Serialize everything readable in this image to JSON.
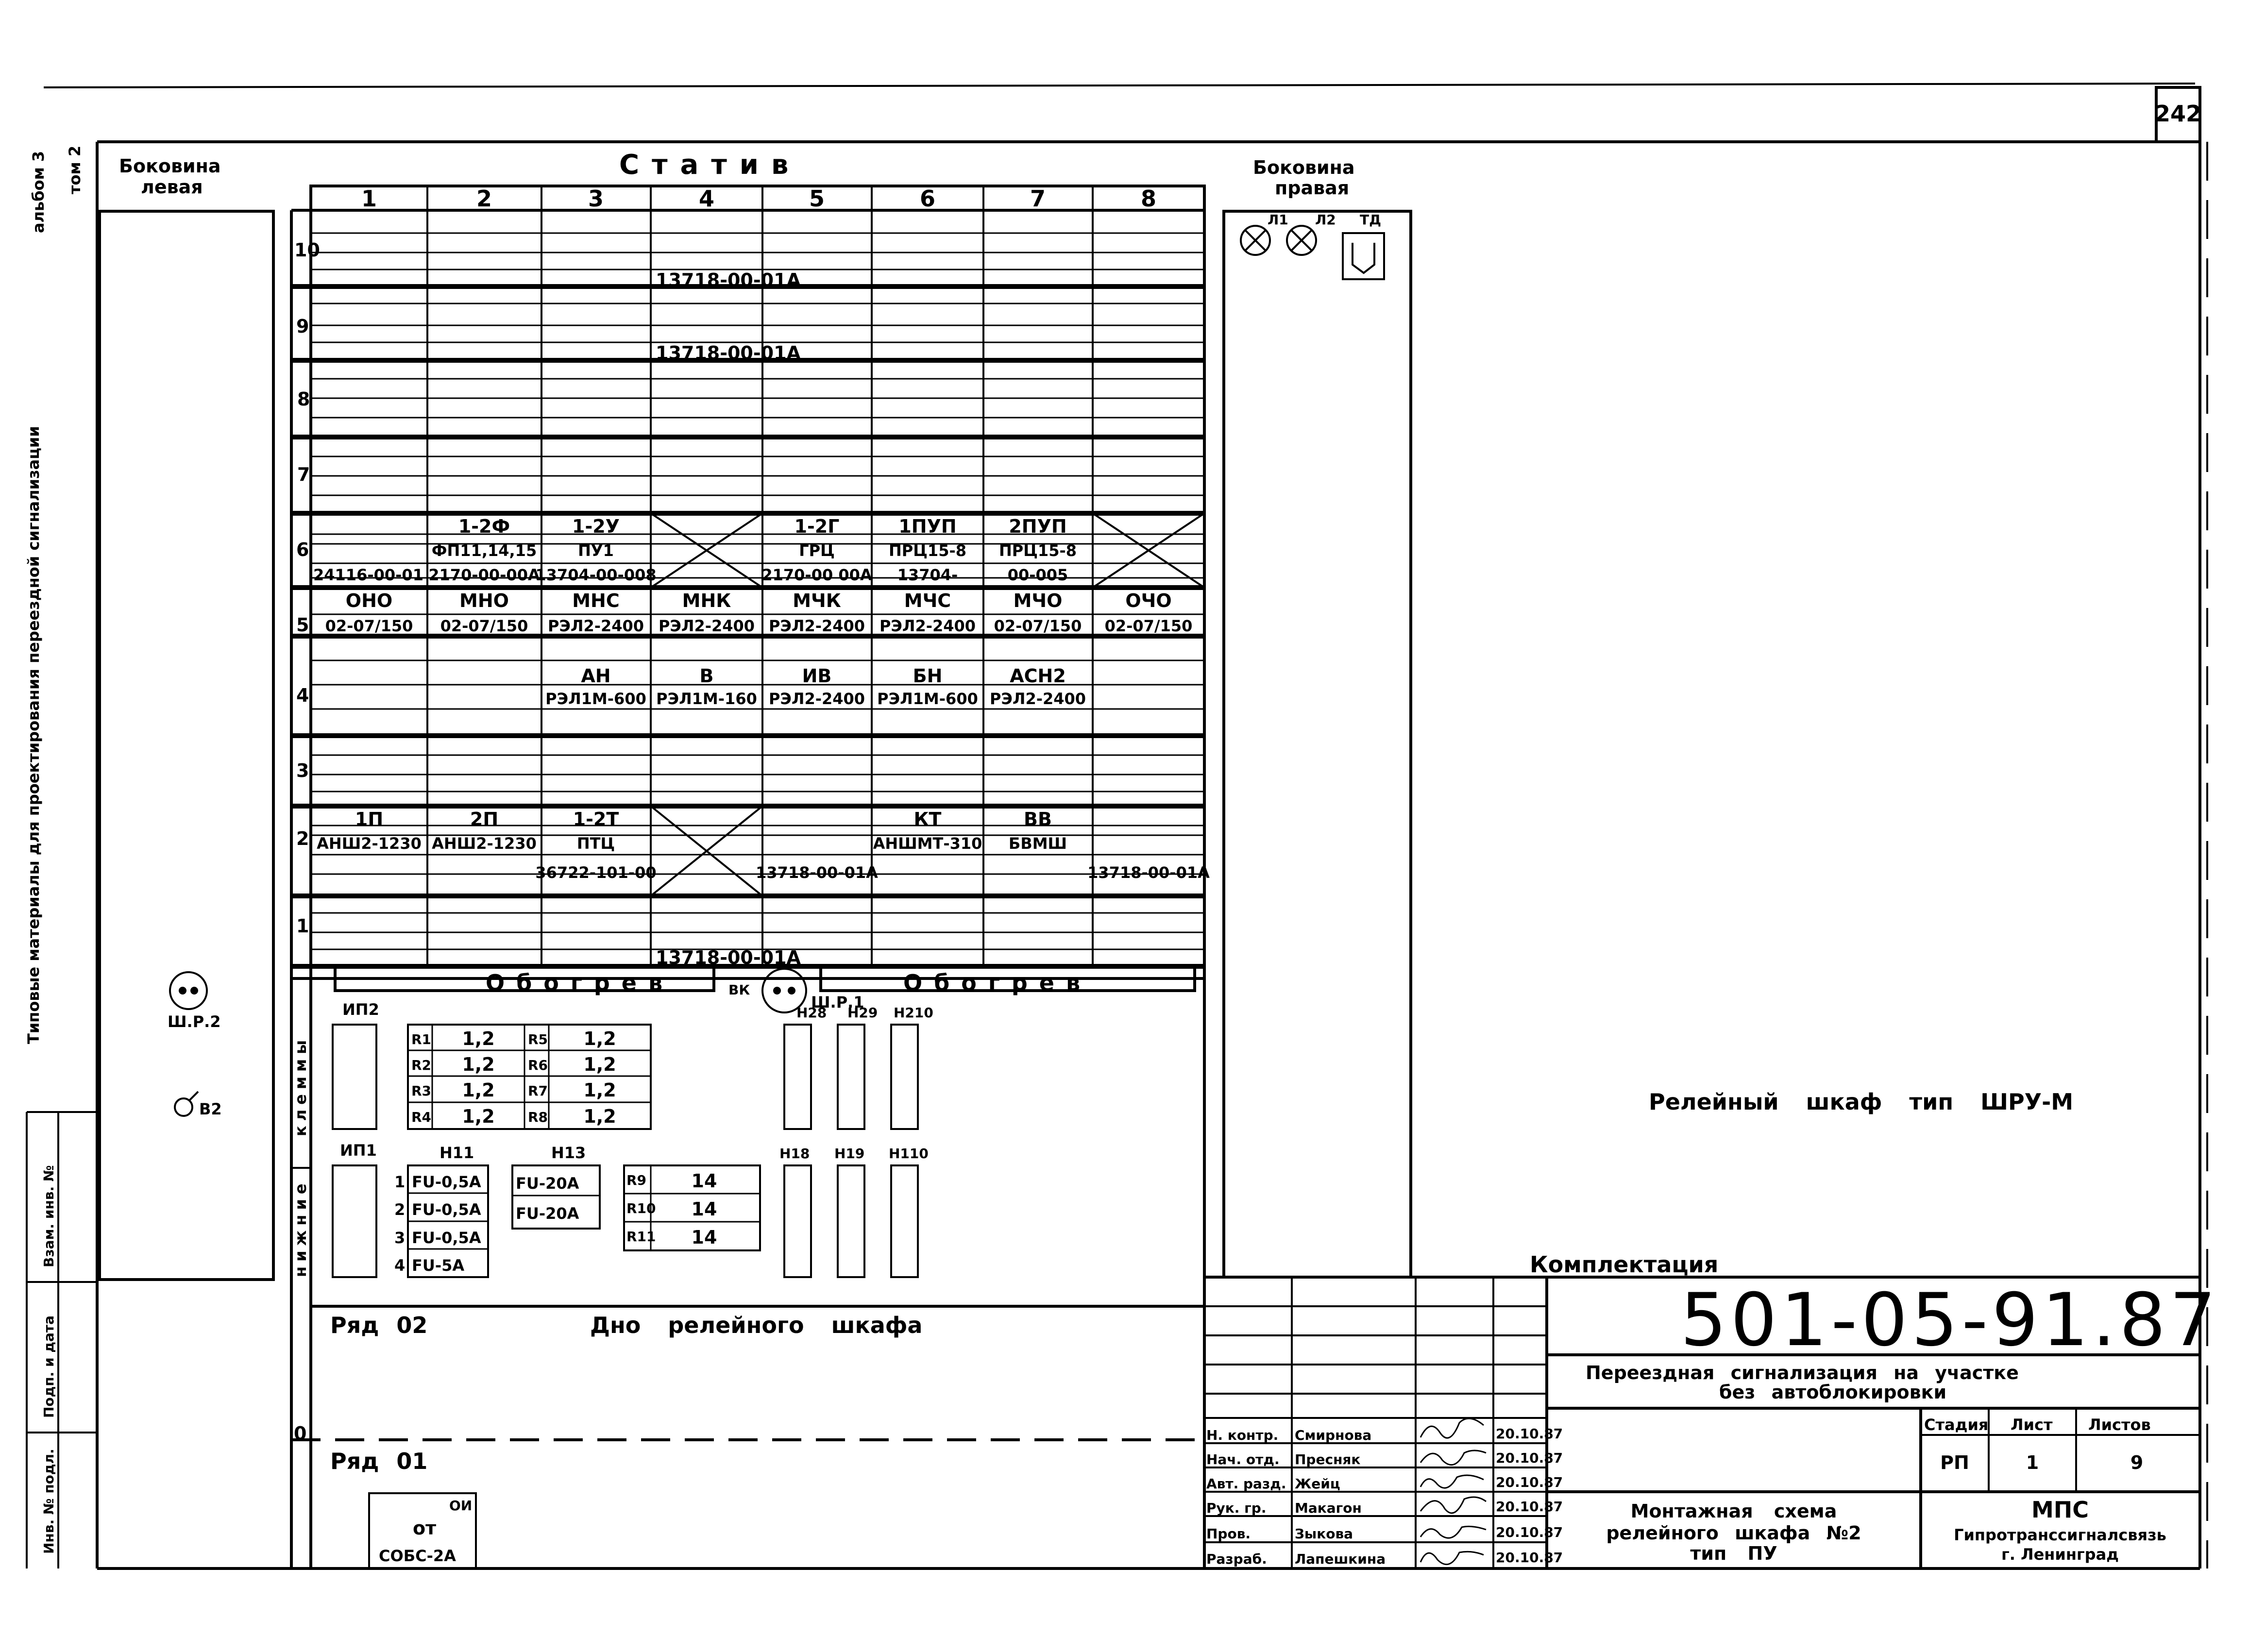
{
  "sheet": {
    "page_number": "242",
    "designation": "501-05-91.87",
    "project_title_line1": "Переездная сигнализация на участке",
    "project_title_line2": "без автоблокировки",
    "sheet_title_line1": "Монтажная схема",
    "sheet_title_line2": "релейного шкафа №2",
    "sheet_title_line3": "тип ПУ",
    "organization_line1": "МПС",
    "organization_line2": "Гипротранссигналсвязь",
    "organization_line3": "г. Ленинград",
    "stage_header": "Стадия",
    "sheet_header": "Лист",
    "sheets_header": "Листов",
    "stage": "РП",
    "sheet_no": "1",
    "sheets_total": "9",
    "komplektaciya": "Комплектация",
    "cabinet_caption": "Релейный шкаф тип ШРУ-М"
  },
  "margin_notes": {
    "album": "альбом 3",
    "tom": "том 2",
    "vertical_text": "Типовые материалы для проектирования переездной сигнализации",
    "stamp_cells": [
      "Взам. инв. №",
      "Подп. и дата",
      "Инв. № подл."
    ]
  },
  "signatures": [
    {
      "role": "Н. контр.",
      "name": "Смирнова",
      "date": "20.10.87"
    },
    {
      "role": "Нач. отд.",
      "name": "Пресняк",
      "date": "20.10.87"
    },
    {
      "role": "Авт. разд.",
      "name": "Жейц",
      "date": "20.10.87"
    },
    {
      "role": "Рук. гр.",
      "name": "Макагон",
      "date": "20.10.87"
    },
    {
      "role": "Пров.",
      "name": "Зыкова",
      "date": "20.10.87"
    },
    {
      "role": "Разраб.",
      "name": "Лапешкина",
      "date": "20.10.87"
    }
  ],
  "left_side": {
    "title_line1": "Боковина",
    "title_line2": "левая",
    "socket_label": "Ш.Р.2",
    "lamp_label": "В2"
  },
  "right_side": {
    "title_line1": "Боковина",
    "title_line2": "правая",
    "lamp1": "Л1",
    "lamp2": "Л2",
    "td": "ТД"
  },
  "rack": {
    "title": "Статив",
    "columns": [
      "1",
      "2",
      "3",
      "4",
      "5",
      "6",
      "7",
      "8"
    ],
    "shelves": [
      "10",
      "9",
      "8",
      "7",
      "6",
      "5",
      "4",
      "3",
      "2",
      "1"
    ],
    "shelf10_panel": "13718-00-01А",
    "shelf9_panel": "13718-00-01А",
    "shelf1_panel": "13718-00-01А",
    "shelf6": [
      {
        "col": 1,
        "name": "",
        "type": "",
        "code": "24116-00-01"
      },
      {
        "col": 2,
        "name": "1-2Ф",
        "type": "ФП11,14,15",
        "code": "2170-00-00А"
      },
      {
        "col": 3,
        "name": "1-2У",
        "type": "ПУ1",
        "code": "13704-00-008"
      },
      {
        "col": 5,
        "name": "1-2Г",
        "type": "ГРЦ",
        "code": "2170-00 00А"
      },
      {
        "col": 6,
        "name": "1ПУП",
        "type": "ПРЦ15-8",
        "code": "13704-"
      },
      {
        "col": 7,
        "name": "2ПУП",
        "type": "ПРЦ15-8",
        "code": "00-005"
      }
    ],
    "shelf6_crossed": [
      4,
      8
    ],
    "shelf5": [
      {
        "name": "ОНО",
        "type": "02-07/150"
      },
      {
        "name": "МНО",
        "type": "02-07/150"
      },
      {
        "name": "МНС",
        "type": "РЭЛ2-2400"
      },
      {
        "name": "МНК",
        "type": "РЭЛ2-2400"
      },
      {
        "name": "МЧК",
        "type": "РЭЛ2-2400"
      },
      {
        "name": "МЧС",
        "type": "РЭЛ2-2400"
      },
      {
        "name": "МЧО",
        "type": "02-07/150"
      },
      {
        "name": "ОЧО",
        "type": "02-07/150"
      }
    ],
    "shelf4": [
      {
        "col": 3,
        "name": "АН",
        "type": "РЭЛ1М-600"
      },
      {
        "col": 4,
        "name": "В",
        "type": "РЭЛ1М-160"
      },
      {
        "col": 5,
        "name": "ИВ",
        "type": "РЭЛ2-2400"
      },
      {
        "col": 6,
        "name": "БН",
        "type": "РЭЛ1М-600"
      },
      {
        "col": 7,
        "name": "АСН2",
        "type": "РЭЛ2-2400"
      }
    ],
    "shelf2": [
      {
        "col": 1,
        "name": "1П",
        "type": "АНШ2-1230",
        "code": ""
      },
      {
        "col": 2,
        "name": "2П",
        "type": "АНШ2-1230",
        "code": ""
      },
      {
        "col": 3,
        "name": "1-2Т",
        "type": "ПТЦ",
        "code": "36722-101-00"
      },
      {
        "col": 5,
        "name": "",
        "type": "",
        "code": "13718-00-01А"
      },
      {
        "col": 6,
        "name": "КТ",
        "type": "АНШМТ-310",
        "code": ""
      },
      {
        "col": 7,
        "name": "ВВ",
        "type": "БВМШ",
        "code": ""
      },
      {
        "col": 8,
        "name": "",
        "type": "",
        "code": "13718-00-01А"
      }
    ],
    "shelf2_crossed": [
      4
    ]
  },
  "heating": {
    "left": "Обогрев",
    "right": "Обогрев",
    "socket_in": "ВК",
    "socket_label": "Ш.Р.1"
  },
  "terminals": {
    "group_label_upper": "клеммы",
    "group_label_lower": "нижние",
    "ip2": "ИП2",
    "ip1": "ИП1",
    "n11": "Н11",
    "n13": "Н13",
    "top_right": [
      "Н28",
      "Н29",
      "Н210"
    ],
    "bottom_right": [
      "Н18",
      "Н19",
      "Н110"
    ],
    "resistors_left": [
      {
        "r": "R1",
        "v": "1,2"
      },
      {
        "r": "R2",
        "v": "1,2"
      },
      {
        "r": "R3",
        "v": "1,2"
      },
      {
        "r": "R4",
        "v": "1,2"
      }
    ],
    "resistors_right": [
      {
        "r": "R5",
        "v": "1,2"
      },
      {
        "r": "R6",
        "v": "1,2"
      },
      {
        "r": "R7",
        "v": "1,2"
      },
      {
        "r": "R8",
        "v": "1,2"
      }
    ],
    "fuses_n11": [
      {
        "n": "1",
        "v": "FU-0,5А"
      },
      {
        "n": "2",
        "v": "FU-0,5А"
      },
      {
        "n": "3",
        "v": "FU-0,5А"
      },
      {
        "n": "4",
        "v": "FU-5А"
      }
    ],
    "fuses_n13": [
      "FU-20А",
      "FU-20А"
    ],
    "resistors_low": [
      {
        "r": "R9",
        "v": "14"
      },
      {
        "r": "R10",
        "v": "14"
      },
      {
        "r": "R11",
        "v": "14"
      }
    ]
  },
  "bottom": {
    "row02": "Ряд 02",
    "bottom_caption": "Дно релейного шкафа",
    "shelf0": "0",
    "row01": "Ряд 01",
    "ot_label": "от",
    "ot_top": "ОИ",
    "ot_device": "СОБС-2А"
  }
}
